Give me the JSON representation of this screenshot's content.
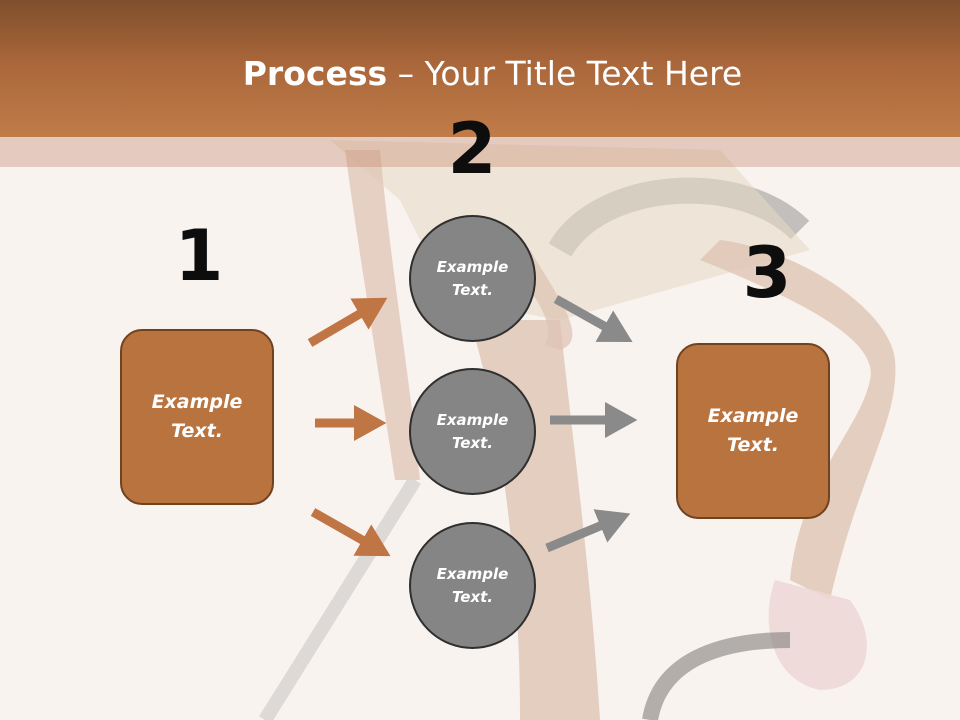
{
  "title": {
    "bold": "Process",
    "rest": " – Your Title Text Here"
  },
  "steps": [
    "1",
    "2",
    "3"
  ],
  "boxes": {
    "left": "Example Text.",
    "right": "Example Text."
  },
  "circles": [
    "Example Text.",
    "Example Text.",
    "Example Text."
  ],
  "colors": {
    "header": "#b06a3c",
    "box_fill": "#b8733f",
    "box_border": "#6f4220",
    "circle_fill": "#858585",
    "arrow_orange": "#c07544",
    "arrow_gray": "#8a8a8a"
  },
  "icons": {
    "orange_arrows": "arrow-right-icon",
    "gray_arrows": "arrow-right-icon"
  }
}
